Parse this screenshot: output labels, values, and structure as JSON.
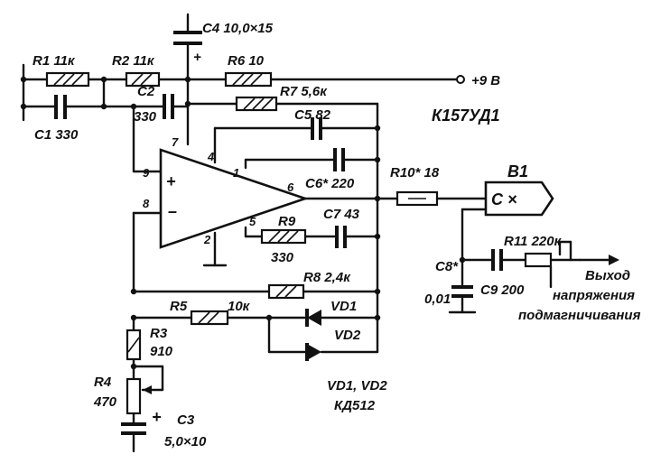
{
  "diagram": {
    "head_symbol": "C ×"
  },
  "labels": {
    "c4": "C4 10,0×15",
    "plus_a": "+",
    "r1": "R1 11к",
    "r2": "R2 11к",
    "r6": "R6 10",
    "supply": "+9 В",
    "c2_name": "C2",
    "c2_value": "330",
    "c1": "C1 330",
    "r7": "R7 5,6к",
    "c5": "C5 82",
    "ic": "К157УД1",
    "pin7": "7",
    "pin4": "4",
    "pin1": "1",
    "pin9": "9",
    "pin8": "8",
    "pin6": "6",
    "pin5": "5",
    "pin2": "2",
    "opamp_plus": "+",
    "opamp_minus": "–",
    "c6": "C6* 220",
    "r10": "R10* 18",
    "b1": "B1",
    "r9": "R9",
    "r9_value": "330",
    "c7": "C7 43",
    "r8": "R8 2,4к",
    "r5": "R5",
    "r5_value": "10к",
    "vd1": "VD1",
    "vd2": "VD2",
    "r3": "R3",
    "r3_value": "910",
    "r4": "R4",
    "r4_value": "470",
    "plus_c3": "+",
    "c3": "C3",
    "c3_value": "5,0×10",
    "diodes": "VD1, VD2",
    "diode_type": "КД512",
    "c8": "C8*",
    "c8_value": "0,01",
    "c9": "C9 200",
    "r11": "R11 220к",
    "output_1": "Выход",
    "output_2": "напряжения",
    "output_3": "подмагничивания"
  }
}
